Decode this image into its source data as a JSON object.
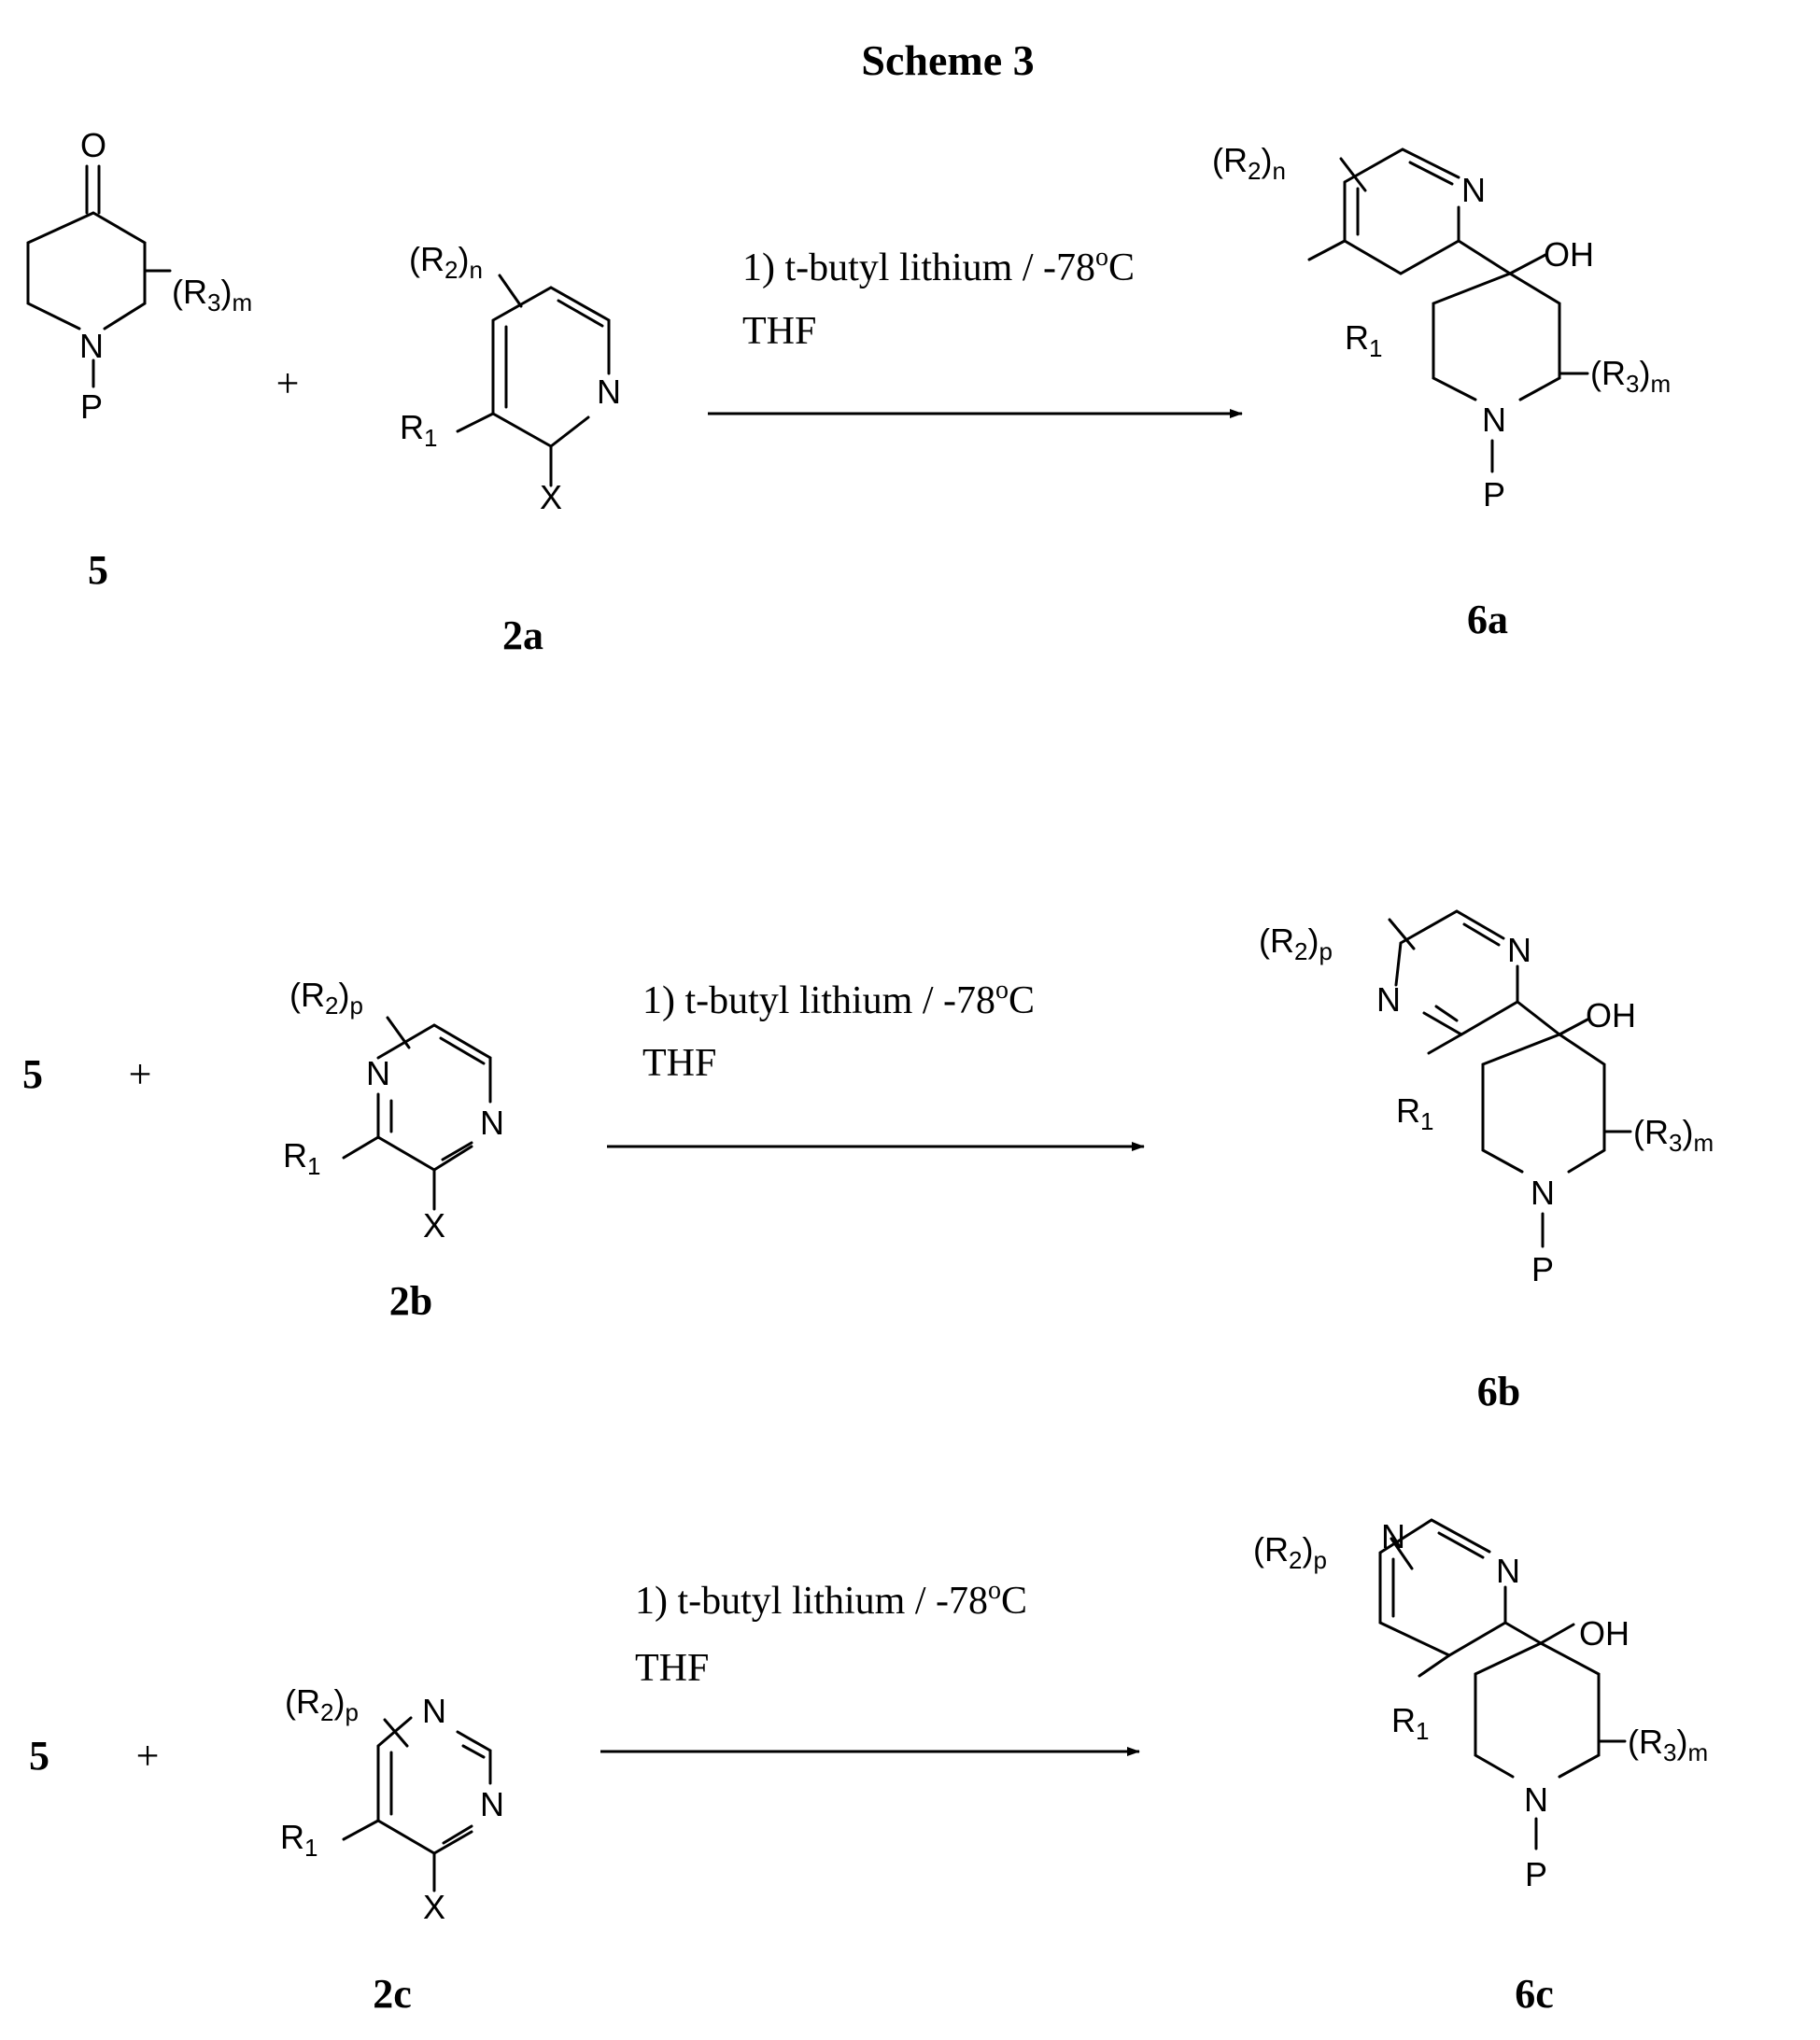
{
  "title": "Scheme 3",
  "reactions": [
    {
      "reactant_a": "5",
      "plus": "+",
      "reactant_b": "2a",
      "conditions": {
        "line1": "1) t-butyl lithium / -78",
        "degree": "o",
        "unit": "C",
        "line2": "THF"
      },
      "product": "6a"
    },
    {
      "reactant_a": "5",
      "plus": "+",
      "reactant_b": "2b",
      "conditions": {
        "line1": "1) t-butyl lithium / -78",
        "degree": "o",
        "unit": "C",
        "line2": "THF"
      },
      "product": "6b"
    },
    {
      "reactant_a": "5",
      "plus": "+",
      "reactant_b": "2c",
      "conditions": {
        "line1": "1) t-butyl lithium / -78",
        "degree": "o",
        "unit": "C",
        "line2": "THF"
      },
      "product": "6c"
    }
  ],
  "atoms": {
    "O": "O",
    "N": "N",
    "P": "P",
    "X": "X",
    "OH": "OH",
    "R": "R",
    "paren_open": "(",
    "paren_close": ")",
    "sub1": "1",
    "sub2": "2",
    "sub3": "3",
    "m": "m",
    "n": "n",
    "p": "p"
  }
}
